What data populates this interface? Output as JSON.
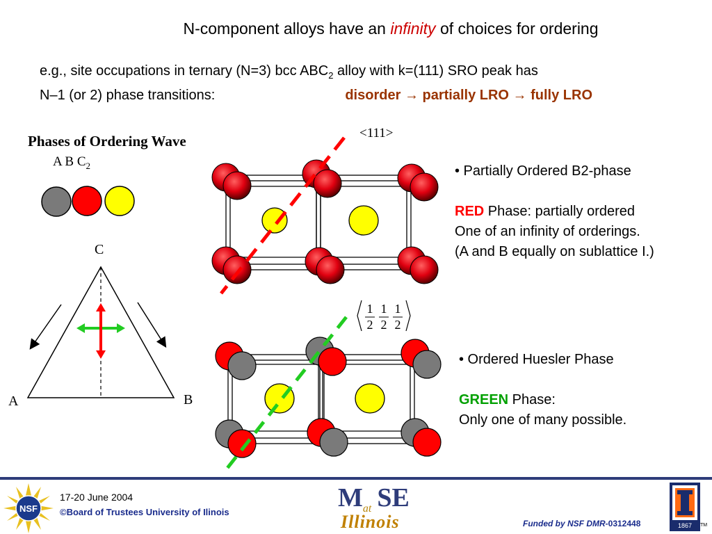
{
  "title": {
    "prefix": "N-component alloys have an ",
    "emph": "infinity",
    "suffix": " of choices for ordering"
  },
  "intro": {
    "line1": "e.g., site occupations in ternary (N=3) bcc ABC",
    "line1_sub": "2",
    "line1_end": " alloy with k=(111) SRO peak has",
    "line2": "N–1 (or 2) phase transitions:",
    "sequence": {
      "s1": "disorder",
      "arrow": "→",
      "s2": "partially LRO",
      "s3": "fully LRO"
    }
  },
  "phases": {
    "title": "Phases of  Ordering Wave",
    "sub_a": "A  B  C",
    "sub_sub": "2"
  },
  "direction_111": "<111>",
  "direction_half": {
    "numerator": "1",
    "denominator": "2"
  },
  "red_block": {
    "bullet": "• Partially Ordered B2-phase",
    "label": "RED",
    "label_rest": " Phase: partially ordered",
    "line2": "One of an infinity of orderings.",
    "line3": "(A and B equally on sublattice I.)"
  },
  "green_block": {
    "bullet": "• Ordered Huesler  Phase",
    "label": "GREEN",
    "label_rest": " Phase:",
    "line2": "Only one of many possible."
  },
  "triangle": {
    "c": "C",
    "a": "A",
    "b": "B"
  },
  "footer": {
    "date": "17-20 June 2004",
    "copyright": "©Board of Trustees University of Ilinois",
    "funded_prefix": "Funded by NSF DMR-",
    "funded_num": "0312448",
    "mse": {
      "m": "M",
      "at": "at",
      "s": "S",
      "e": "E",
      "illinois": "Illinois"
    },
    "nsf": "NSF",
    "ui_year": "1867",
    "tm": "TM"
  },
  "colors": {
    "atom_gray": "#7a7a7a",
    "atom_red": "#ff0000",
    "atom_yellow": "#ffff00",
    "dashed_red": "#ff0000",
    "dashed_green": "#22cc22",
    "accent_brown": "#993300",
    "footer_blue": "#2e3c7a"
  }
}
